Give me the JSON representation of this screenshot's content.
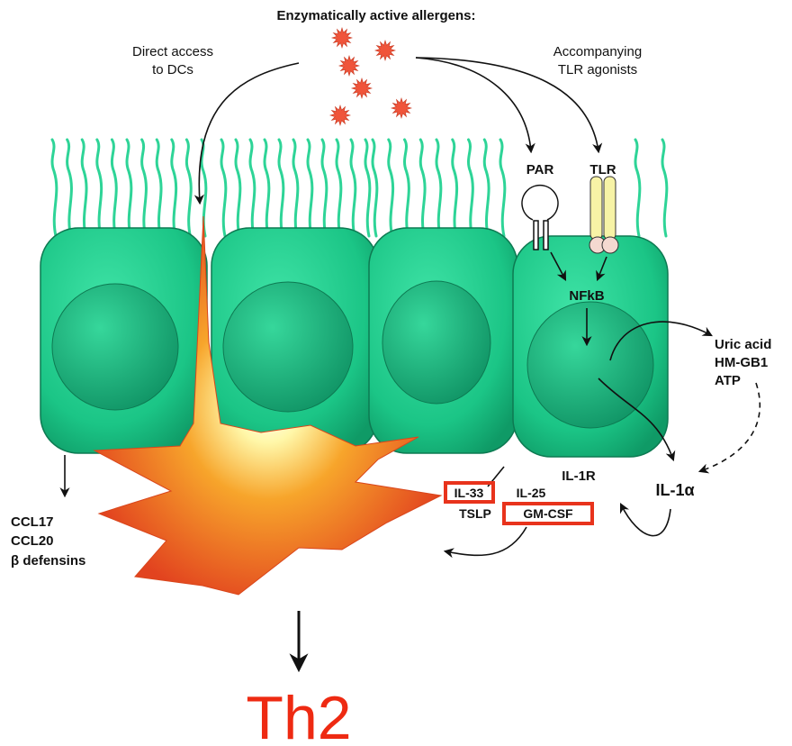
{
  "title": "Enzymatically active allergens:",
  "labels": {
    "direct_access_line1": "Direct access",
    "direct_access_line2": "to DCs",
    "accompanying_line1": "Accompanying",
    "accompanying_line2": "TLR agonists",
    "par": "PAR",
    "tlr": "TLR",
    "nfkb": "NFkB",
    "uric_acid": "Uric acid",
    "hmgb1": "HM-GB1",
    "atp": "ATP",
    "il1r": "IL-1R",
    "il1a": "IL-1α",
    "il33": "IL-33",
    "il25": "IL-25",
    "tslp": "TSLP",
    "gmcsf": "GM-CSF",
    "ccl17": "CCL17",
    "ccl20": "CCL20",
    "defensins": "β defensins",
    "th2": "Th2"
  },
  "colors": {
    "cell": "#1fc98a",
    "cell_dark": "#0f8f5e",
    "nucleus": "#18a874",
    "cilia": "#2ed497",
    "allergen": "#f0543a",
    "highlight_box": "#e8331c",
    "th2": "#ee2a12",
    "receptor_tlr": "#f7f3a6",
    "dc_outer": "#e8542a",
    "dc_inner": "#ffe17a"
  }
}
